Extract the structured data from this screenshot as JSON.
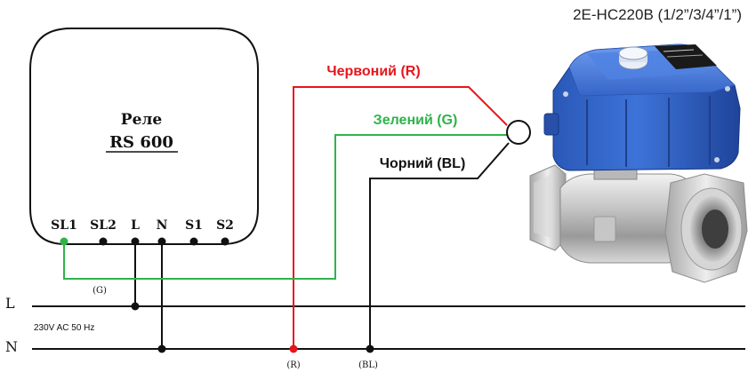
{
  "title": "2E-HC220B (1/2”/3/4”/1”)",
  "relay": {
    "name": "Реле",
    "model": "RS 600",
    "terminals": [
      "SL1",
      "SL2",
      "L",
      "N",
      "S1",
      "S2"
    ]
  },
  "wires": {
    "red": {
      "label": "Червоний (R)",
      "color": "#e8141b",
      "short": "(R)"
    },
    "green": {
      "label": "Зелений (G)",
      "color": "#2fb34a",
      "short": "(G)"
    },
    "black": {
      "label": "Чорний (BL)",
      "color": "#111111",
      "short": "(BL)"
    }
  },
  "power": {
    "line_label": "L",
    "neutral_label": "N",
    "spec": "230V AC 50 Hz"
  }
}
